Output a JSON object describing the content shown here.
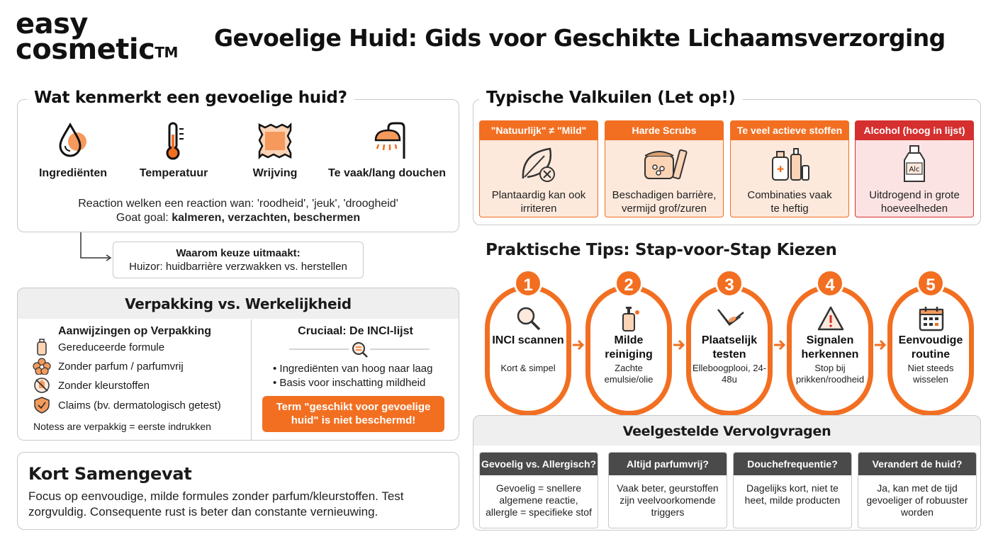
{
  "brand": {
    "line1": "easy",
    "line2": "cosmetic",
    "tm": "TM"
  },
  "title": "Gevoelige Huid: Gids voor Geschikte Lichaamsverzorging",
  "kenmerkt": {
    "heading": "Wat kenmerkt een gevoelige huid?",
    "items": [
      {
        "label": "Ingrediënten",
        "icon": "droplet-icon"
      },
      {
        "label": "Temperatuur",
        "icon": "thermometer-icon"
      },
      {
        "label": "Wrijving",
        "icon": "fabric-icon"
      },
      {
        "label": "Te vaak/lang douchen",
        "icon": "shower-icon"
      }
    ],
    "reaction_line": "Reaction welken een reaction wan: 'roodheid', 'jeuk', 'droogheid'",
    "goal_prefix": "Goat goal:",
    "goal_bold": "kalmeren, verzachten, beschermen"
  },
  "why": {
    "title": "Waarom keuze uitmaakt:",
    "text": "Huizor: huidbarrière verzwakken vs. herstellen"
  },
  "verpakking": {
    "heading": "Verpakking vs. Werkelijkheid",
    "left_title": "Aanwijzingen op Verpakking",
    "left_items": [
      {
        "label": "Gereduceerde formule",
        "icon": "bottle-icon"
      },
      {
        "label": "Zonder parfum / parfumvrij",
        "icon": "flower-icon"
      },
      {
        "label": "Zonder kleurstoffen",
        "icon": "no-color-icon"
      },
      {
        "label": "Claims (bv. dermatologisch getest)",
        "icon": "shield-icon"
      }
    ],
    "left_note": "Notesѕ are verpakkig = eerste indrukken",
    "right_title": "Cruciaal: De INCI-lijst",
    "right_items": [
      "• Ingrediënten van hoog naar laag",
      "• Basis voor inschatting mildheid"
    ],
    "warning": "Term \"geschikt voor gevoelige huid\" is niet beschermd!"
  },
  "samengevat": {
    "heading": "Kort Samengevat",
    "text": "Focus op eenvoudige, milde formules zonder parfum/kleurstoffen. Test zorgvuldig. Consequente rust is beter dan constante vernieuwing."
  },
  "valkuilen": {
    "heading": "Typische Valkuilen (Let op!)",
    "items": [
      {
        "label": "\"Natuurlijk\" ≠ \"Mild\"",
        "text": "Plantaardig kan ook irriteren",
        "icon": "leaf-icon",
        "color": "#f26f21"
      },
      {
        "label": "Harde Scrubs",
        "text": "Beschadigen barrière, vermijd grof/zuren",
        "icon": "scrub-jar-icon",
        "color": "#f26f21"
      },
      {
        "label": "Te veel actieve stoffen",
        "text": "Combinaties vaak te heftig",
        "icon": "bottles-icon",
        "color": "#f26f21"
      },
      {
        "label": "Alcohol (hoog in lijst)",
        "text": "Uitdrogend in grote hoeveelheden",
        "icon": "alcohol-bottle-icon",
        "color": "#d62f2f"
      }
    ],
    "alc_label": "Alc"
  },
  "tips": {
    "heading": "Praktische Tips: Stap-voor-Stap Kiezen",
    "steps": [
      {
        "num": "1",
        "title": "INCI scannen",
        "desc": "Kort & simpel",
        "icon": "magnifier-icon"
      },
      {
        "num": "2",
        "title": "Milde reiniging",
        "desc": "Zachte emulsie/olie",
        "icon": "pump-bottle-icon"
      },
      {
        "num": "3",
        "title": "Plaatselijk testen",
        "desc": "Elleboogplooi, 24-48u",
        "icon": "elbow-icon"
      },
      {
        "num": "4",
        "title": "Signalen herkennen",
        "desc": "Stop bij prikken/roodheid",
        "icon": "warning-icon"
      },
      {
        "num": "5",
        "title": "Eenvoudige routine",
        "desc": "Niet steeds wisselen",
        "icon": "calendar-icon"
      }
    ]
  },
  "faq": {
    "heading": "Veelgestelde Vervolgvragen",
    "items": [
      {
        "q": "Gevoelig vs. Allergisch?",
        "a": "Gevoelig = snellere algemene reactie, allergle = specifieke stof"
      },
      {
        "q": "Altijd parfumvrij?",
        "a": "Vaak beter, geurstoffen zijn veelvoorkomende triggers"
      },
      {
        "q": "Douchefrequentie?",
        "a": "Dagelijks kort, niet te heet, milde producten"
      },
      {
        "q": "Verandert de huid?",
        "a": "Ja, kan met de tijd gevoeliger of robuuster worden"
      }
    ]
  },
  "colors": {
    "accent": "#f26f21",
    "alert": "#d62f2f",
    "accent_light": "#fde9dc",
    "alert_light": "#fbe3e3",
    "faq_head": "#4a4a4a"
  }
}
